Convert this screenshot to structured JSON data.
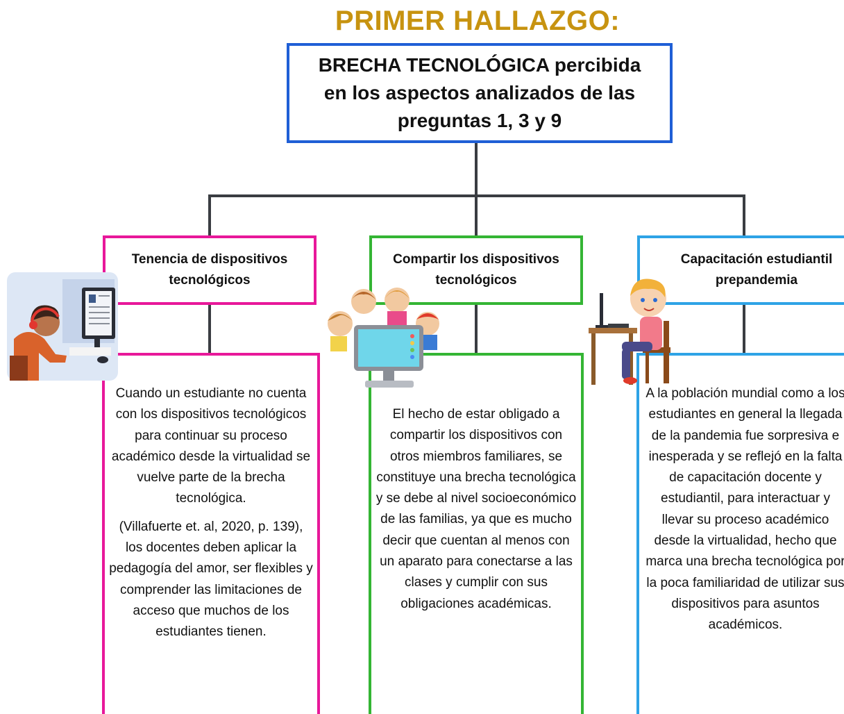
{
  "title": "PRIMER HALLAZGO:",
  "main_box": "BRECHA TECNOLÓGICA percibida en los aspectos analizados de las preguntas 1, 3 y 9",
  "branches": [
    {
      "heading": "Tenencia de dispositivos tecnológicos",
      "paragraphs": [
        "Cuando un estudiante no cuenta con los dispositivos tecnológicos para continuar su proceso académico desde la virtualidad se vuelve parte de la brecha tecnológica.",
        "(Villafuerte et. al, 2020, p. 139), los docentes deben aplicar la pedagogía del amor, ser flexibles y comprender las limitaciones de acceso que muchos de los estudiantes tienen."
      ],
      "color": "#e8189a",
      "icon": "student-at-computer-icon"
    },
    {
      "heading": "Compartir los dispositivos tecnológicos",
      "paragraphs": [
        "El hecho de estar obligado a compartir los dispositivos con otros miembros familiares, se constituye una brecha tecnológica y se debe al nivel socioeconómico de las familias, ya que es mucho decir que cuentan al menos con un aparato para conectarse a las clases y cumplir con sus obligaciones académicas."
      ],
      "color": "#34b534",
      "icon": "children-with-computer-icon"
    },
    {
      "heading": "Capacitación estudiantil prepandemia",
      "paragraphs": [
        "A la población mundial como a los estudiantes en general la llegada de la pandemia fue sorpresiva e inesperada y se reflejó en la falta de capacitación docente y estudiantil, para interactuar y llevar su proceso académico desde la virtualidad, hecho que marca una brecha tecnológica por la poca familiaridad de utilizar sus dispositivos para asuntos académicos."
      ],
      "color": "#2ea3e6",
      "icon": "boy-at-desk-icon"
    }
  ]
}
